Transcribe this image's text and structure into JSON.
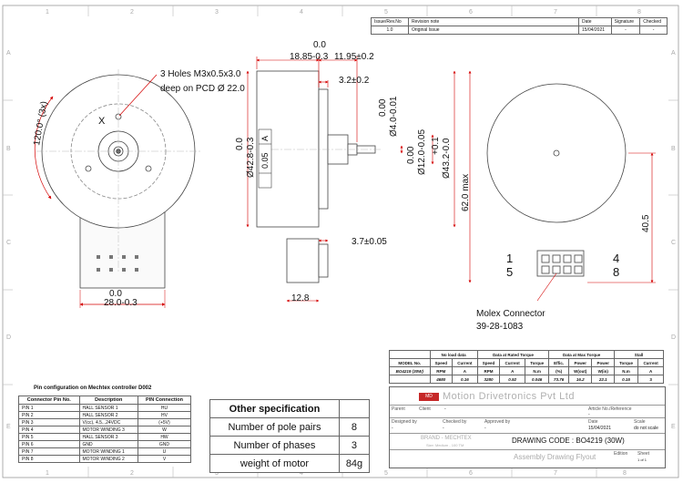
{
  "border": {
    "columns": [
      "1",
      "2",
      "3",
      "4",
      "5",
      "6",
      "7",
      "8"
    ],
    "rows": [
      "A",
      "B",
      "C",
      "D",
      "E"
    ]
  },
  "revision": {
    "headers": [
      "Issue/Rev.No",
      "Revision note",
      "Date",
      "Signature",
      "Checked"
    ],
    "row": [
      "1.0",
      "Original Issue",
      "15/04/2021",
      "-",
      "-"
    ]
  },
  "dims": {
    "d00_top": "0.0",
    "d1885": "18.85-0.3",
    "d1195": "11.95±0.2",
    "d32": "3.2±0.2",
    "d00_shaft": "0.00",
    "d40": "Ø4.0-0.01",
    "d00_hub": "0.00",
    "d12": "Ø12.0-0.05",
    "d432tol": "+0.1",
    "d432": "Ø43.2-0.0",
    "d00_body": "0.0",
    "d428": "Ø42.8-0.3",
    "tol005": "0.05",
    "datumA": "A",
    "d62": "62.0 max",
    "d37": "3.7±0.05",
    "d128": "12.8",
    "d405": "40.5",
    "d00_w": "0.0",
    "d280": "28.0-0.3",
    "angle": "120.0° (3x)",
    "holes_line1": "3 Holes M3x0.5x3.0",
    "holes_line2": "deep on PCD Ø 22.0",
    "x_mark": "X",
    "pin1": "1",
    "pin4": "4",
    "pin5": "5",
    "pin8": "8",
    "molex1": "Molex Connector",
    "molex2": "39-28-1083"
  },
  "perf": {
    "groups": [
      "No load data",
      "Data at Rated Torque",
      "Data at Max Torque",
      "Stall"
    ],
    "headers": [
      "MODEL No.",
      "Speed",
      "Current",
      "Speed",
      "Current",
      "Torque",
      "Effic.",
      "Power",
      "Power",
      "Torque",
      "Current"
    ],
    "units": [
      "BO4219 (30W)",
      "RPM",
      "A",
      "RPM",
      "A",
      "N.m",
      "(%)",
      "W(out)",
      "W(in)",
      "N.m",
      "A"
    ],
    "values": [
      "",
      "4680",
      "0.16",
      "3280",
      "0.92",
      "0.046",
      "73.76",
      "16.2",
      "22.1",
      "0.15",
      "3"
    ]
  },
  "pin_config": {
    "title": "Pin configuration on Mechtex controller D002",
    "headers": [
      "Connector Pin No.",
      "Description",
      "PIN Connection"
    ],
    "rows": [
      [
        "PIN 1",
        "HALL SENSOR 1",
        "HU"
      ],
      [
        "PIN 2",
        "HALL SENSOR 2",
        "HV"
      ],
      [
        "PIN 3",
        "V(cc), 4.5...24VDC",
        "(+5V)"
      ],
      [
        "PIN 4",
        "MOTOR WINDING 3",
        "W"
      ],
      [
        "PIN 5",
        "HALL SENSOR 3",
        "HW"
      ],
      [
        "PIN 6",
        "GND",
        "GND"
      ],
      [
        "PIN 7",
        "MOTOR WINDING 1",
        "U"
      ],
      [
        "PIN 8",
        "MOTOR WINDING 2",
        "V"
      ]
    ]
  },
  "other_spec": {
    "title": "Other specification",
    "rows": [
      [
        "Number of pole pairs",
        "8"
      ],
      [
        "Number of phases",
        "3"
      ],
      [
        "weight of motor",
        "84g"
      ]
    ]
  },
  "title_block": {
    "company": "Motion Drivetronics Pvt Ltd",
    "article_label": "Article No./Reference",
    "article_val": "-",
    "parent_label": "Parent",
    "client_label": "Client",
    "client_val": "-",
    "designed_label": "Designed by",
    "designed_val": "-",
    "checked_label": "Checked by",
    "checked_val": "-",
    "approved_label": "Approved by",
    "approved_val": "-",
    "date_label": "Date",
    "date_val": "15/04/2021",
    "scale_label": "Scale",
    "scale_val": "do not scale",
    "brand_label": "BRAND - MECHTEX",
    "brand_sub": "Size: Medium - 100 TM",
    "drawing_code": "DRAWING CODE : BO4219 (30W)",
    "drawing_type": "Assembly Drawing Flyout",
    "edition_label": "Edition",
    "sheet_label": "Sheet",
    "sheet_val": "1 of 1"
  },
  "colors": {
    "line": "#444444",
    "dim_red": "#d40000",
    "brand": "#c62828",
    "logo_text": "#b0b0b0"
  }
}
